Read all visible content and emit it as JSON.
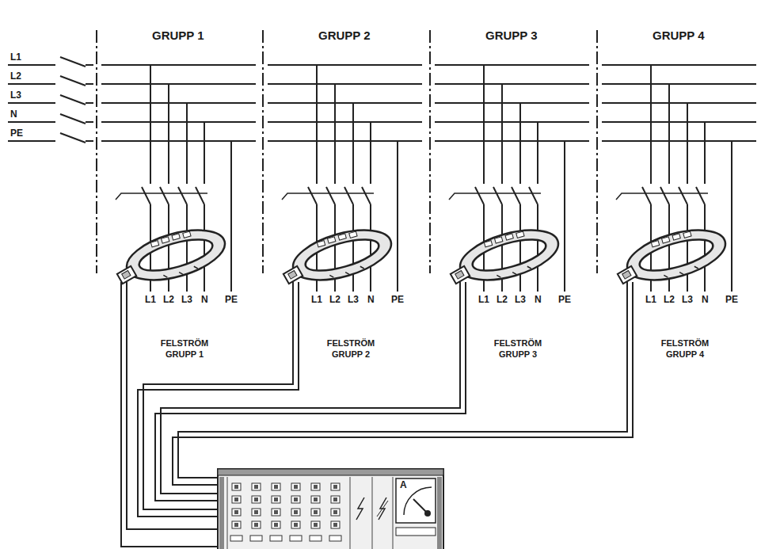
{
  "diagram": {
    "labels": [
      "L1",
      "L2",
      "L3",
      "N",
      "PE",
      "GRUPP 1",
      "GRUPP 2",
      "GRUPP 3",
      "GRUPP 4",
      "L1",
      "L2",
      "L3",
      "N",
      "PE",
      "FELSTRÖM GRUPP 1",
      "L1",
      "L2",
      "L3",
      "N",
      "PE",
      "FELSTRÖM GRUPP 2",
      "L1",
      "L2",
      "L3",
      "N",
      "PE",
      "FELSTRÖM GRUPP 3",
      "L1",
      "L2",
      "L3",
      "N",
      "PE",
      "FELSTRÖM GRUPP 4",
      "A"
    ]
  }
}
